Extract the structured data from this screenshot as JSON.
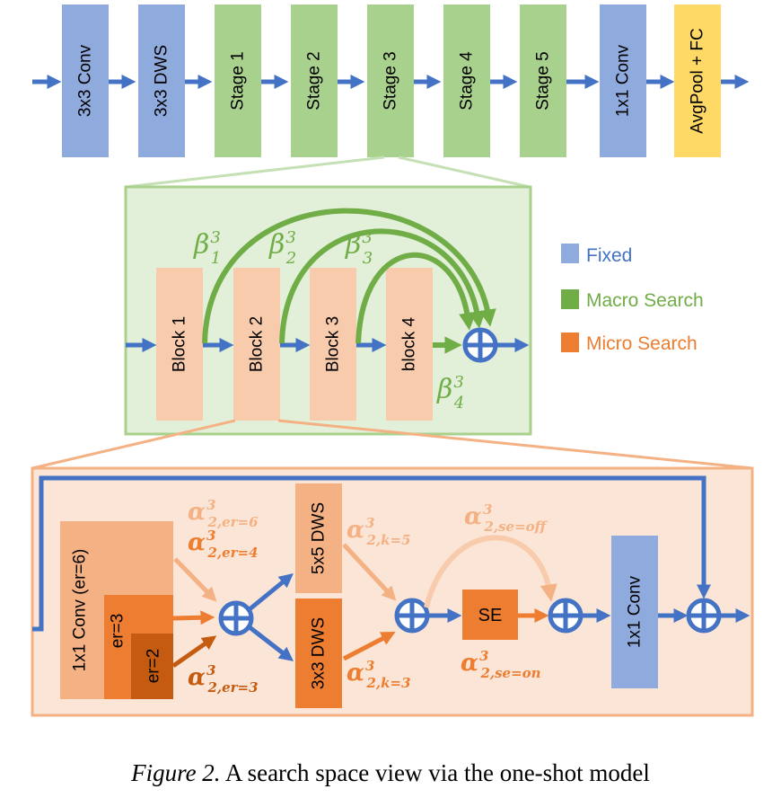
{
  "pipeline": {
    "conv3x3": "3x3 Conv",
    "dws3x3": "3x3 DWS",
    "stage1": "Stage 1",
    "stage2": "Stage 2",
    "stage3": "Stage 3",
    "stage4": "Stage 4",
    "stage5": "Stage 5",
    "conv1x1": "1x1 Conv",
    "avgpool_fc": "AvgPool + FC"
  },
  "stage_detail": {
    "block1": "Block 1",
    "block2": "Block 2",
    "block3": "Block 3",
    "block4": "block 4",
    "beta1": {
      "base": "β",
      "sup": "3",
      "sub": "1"
    },
    "beta2": {
      "base": "β",
      "sup": "3",
      "sub": "2"
    },
    "beta3": {
      "base": "β",
      "sup": "3",
      "sub": "3"
    },
    "beta4": {
      "base": "β",
      "sup": "3",
      "sub": "4"
    }
  },
  "legend": {
    "fixed": "Fixed",
    "macro": "Macro Search",
    "micro": "Micro Search"
  },
  "block_detail": {
    "conv_er6": "1x1 Conv (er=6)",
    "er3": "er=3",
    "er2": "er=2",
    "dws5x5": "5x5 DWS",
    "dws3x3": "3x3 DWS",
    "se": "SE",
    "conv1x1": "1x1 Conv",
    "alpha_er6": {
      "base": "α",
      "sup": "3",
      "sub": "2,er=6"
    },
    "alpha_er4": {
      "base": "α",
      "sup": "3",
      "sub": "2,er=4"
    },
    "alpha_er3": {
      "base": "α",
      "sup": "3",
      "sub": "2,er=3"
    },
    "alpha_k5": {
      "base": "α",
      "sup": "3",
      "sub": "2,k=5"
    },
    "alpha_k3": {
      "base": "α",
      "sup": "3",
      "sub": "2,k=3"
    },
    "alpha_se_off": {
      "base": "α",
      "sup": "3",
      "sub": "2,se=off"
    },
    "alpha_se_on": {
      "base": "α",
      "sup": "3",
      "sub": "2,se=on"
    }
  },
  "caption": {
    "figure": "Figure 2.",
    "text": "A search space view via the one-shot model"
  },
  "colors": {
    "fixed_blue": "#8faadc",
    "stage_green": "#a9d18e",
    "fc_yellow": "#ffd966",
    "arrow_blue": "#4472c4",
    "macro_green": "#70ad47",
    "micro_orange": "#ed7d31",
    "panel_green": "#e2efd9",
    "panel_peach": "#fbe5d6",
    "block_peach": "#f8cbad"
  }
}
